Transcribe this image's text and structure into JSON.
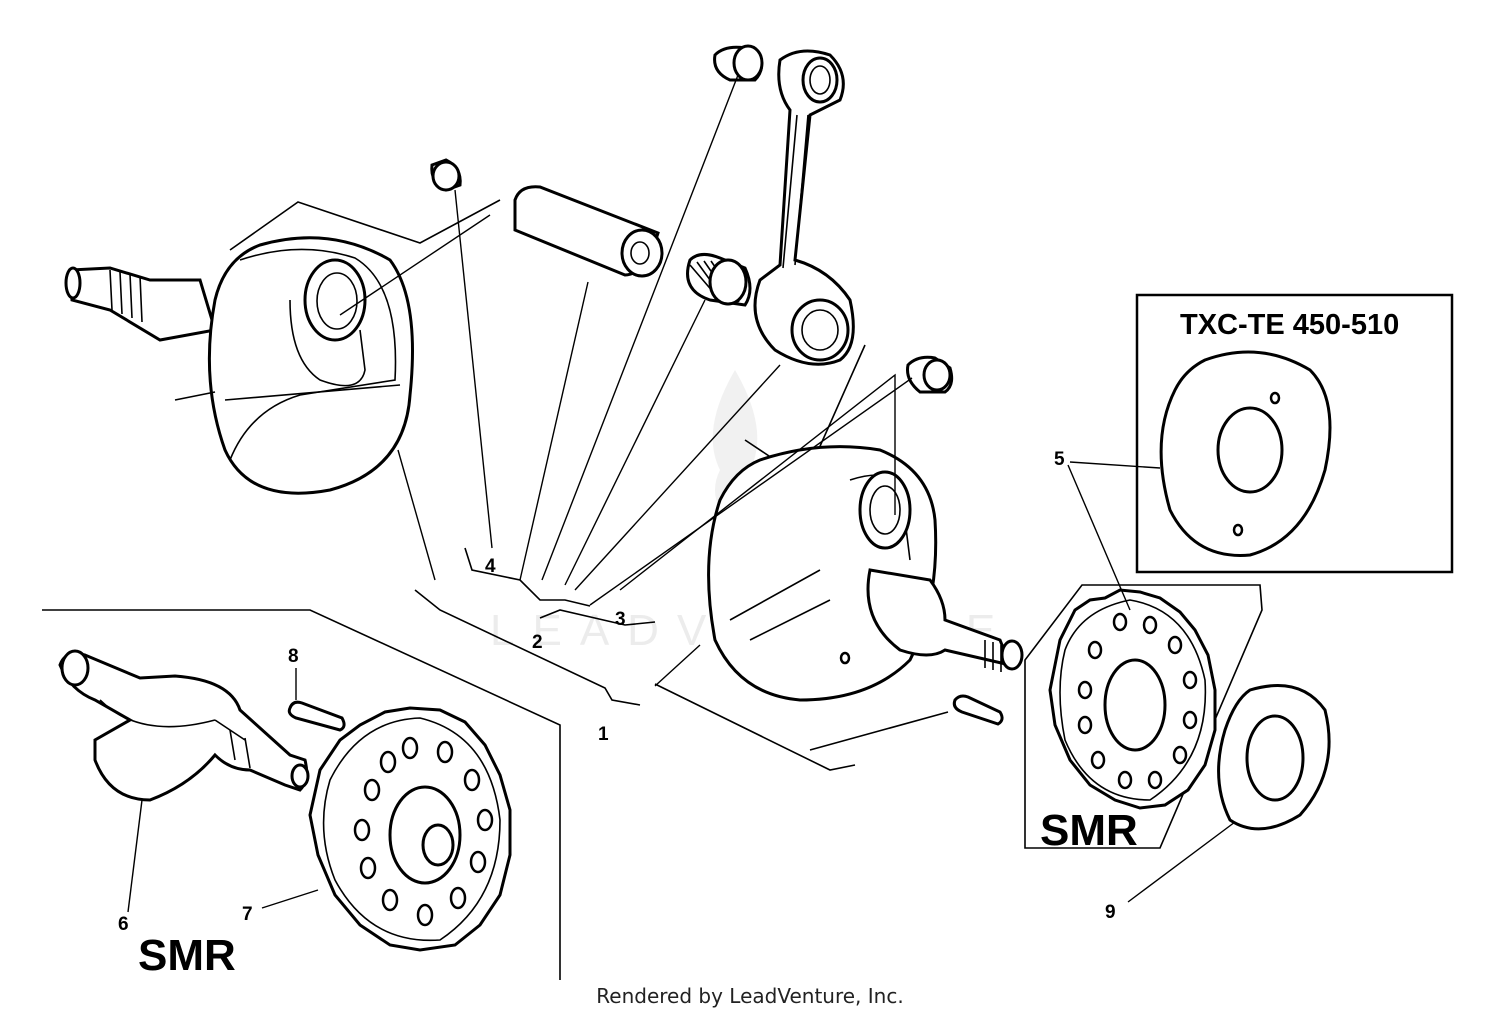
{
  "callouts": {
    "c1": "1",
    "c2": "2",
    "c3": "3",
    "c4": "4",
    "c5": "5",
    "c6": "6",
    "c7": "7",
    "c8": "8",
    "c9": "9"
  },
  "labels": {
    "txc_box": "TXC-TE 450-510",
    "smr_right": "SMR",
    "smr_left": "SMR"
  },
  "watermark": "LEADVENTURE",
  "footer": "Rendered by LeadVenture, Inc."
}
